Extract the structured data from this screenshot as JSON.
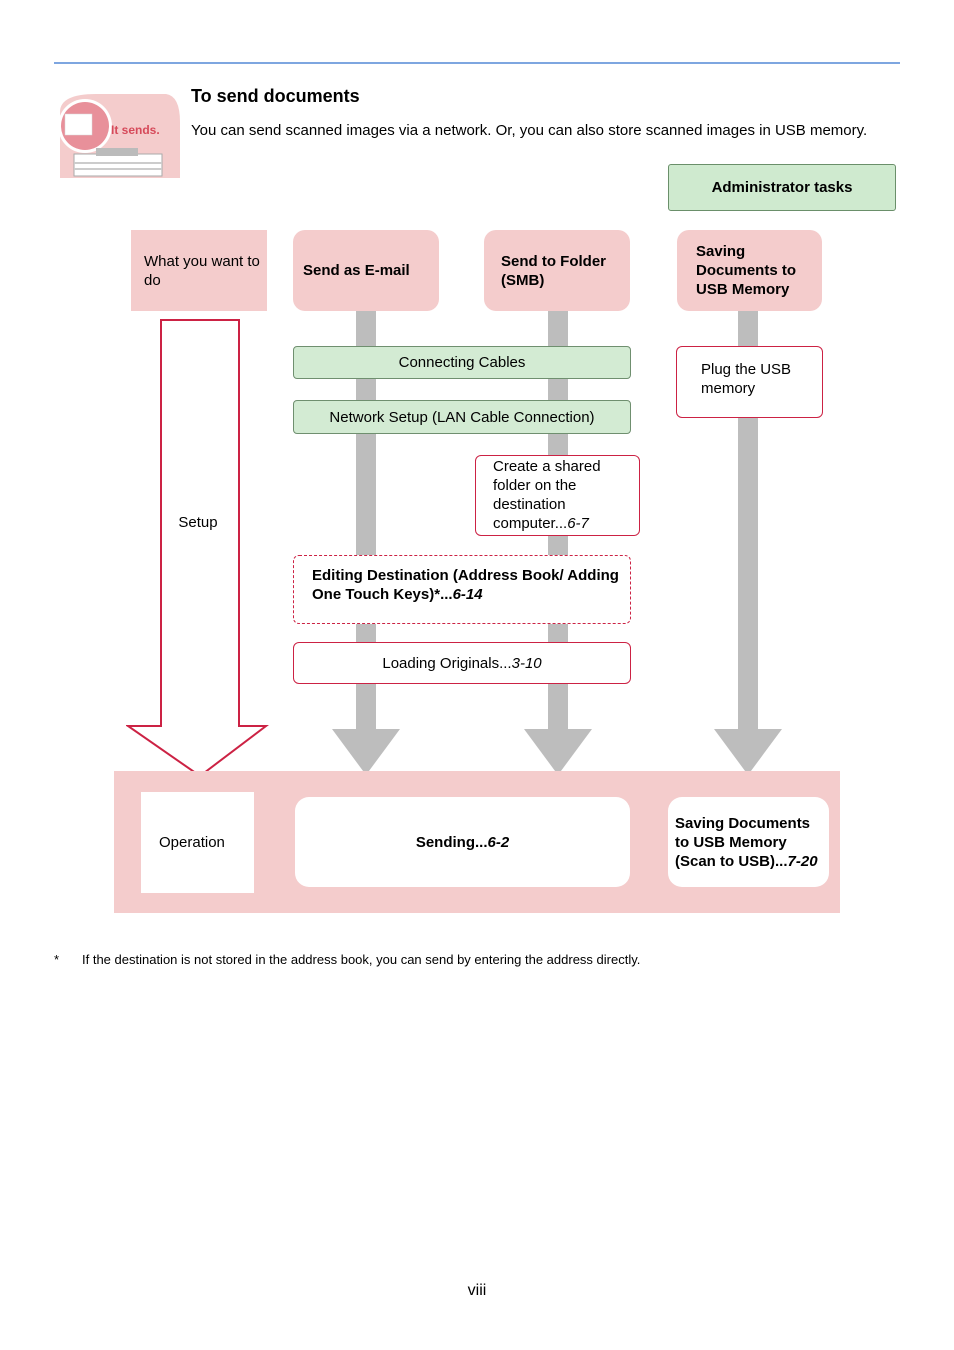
{
  "header": {
    "title": "To send documents",
    "intro": "You can send scanned images via a network. Or, you can also store scanned images in USB memory.",
    "badge_text": "It sends."
  },
  "admin_tasks_label": "Administrator tasks",
  "what_you_want": "What you want to do",
  "setup_label": "Setup",
  "operation_label": "Operation",
  "columns": {
    "email": "Send as E-mail",
    "folder": "Send to Folder (SMB)",
    "usb": "Saving Documents to USB Memory"
  },
  "steps": {
    "connecting_cables": "Connecting Cables",
    "network_setup": "Network Setup (LAN Cable Connection)",
    "plug_usb": "Plug the USB memory",
    "shared_folder_text": "Create a shared folder on the destination computer...",
    "shared_folder_ref": "6-7",
    "editing_text": "Editing Destination (Address Book/ Adding One Touch Keys)*...",
    "editing_ref": "6-14",
    "loading_text": "Loading Originals...",
    "loading_ref": "3-10"
  },
  "operations": {
    "sending_text": "Sending...",
    "sending_ref": "6-2",
    "usb_text": "Saving Documents to USB Memory (Scan to USB)...",
    "usb_ref": "7-20"
  },
  "footnote": {
    "mark": "*",
    "text": "If the destination is not stored in the address book, you can send by entering the address directly."
  },
  "page_number": "viii",
  "colors": {
    "rule": "#7ea6e0",
    "pink": "#f4cccc",
    "green": "#d3ebd3",
    "red_border": "#cc2244",
    "gray_arrow": "#bdbdbd"
  }
}
